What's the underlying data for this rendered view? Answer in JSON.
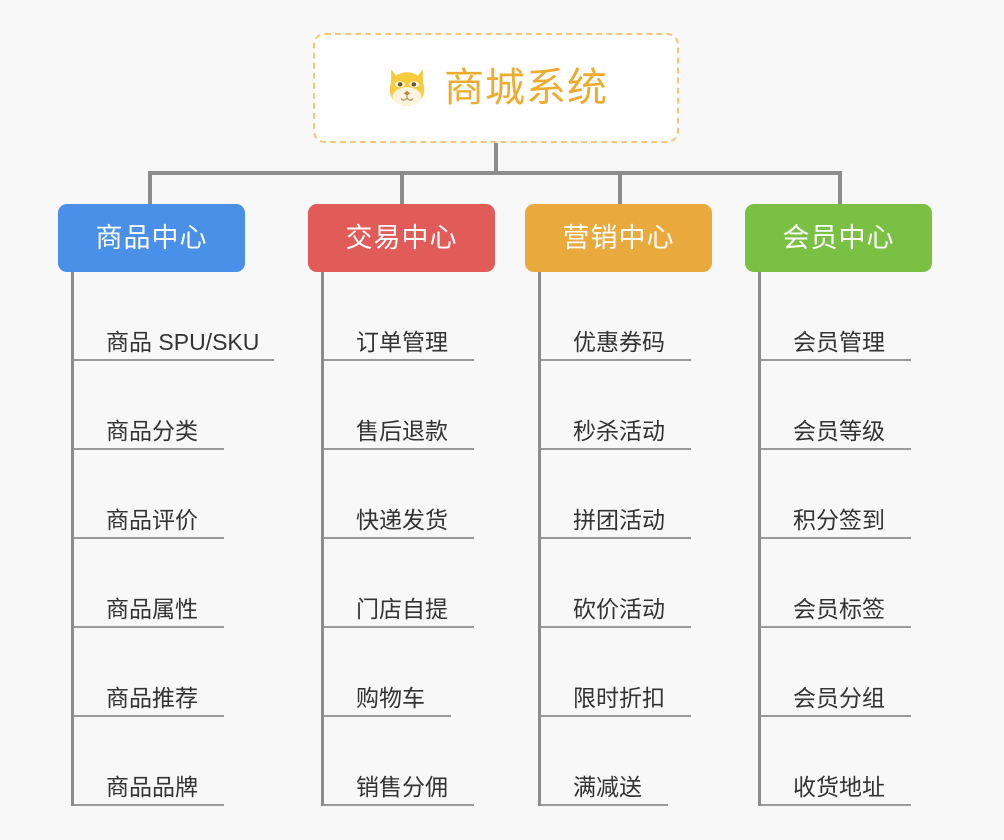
{
  "background_color": "#f8f8f8",
  "root": {
    "title": "商城系统",
    "icon": "shiba-dog-face-icon",
    "text_color": "#eeab2d",
    "border_color": "#f3c776",
    "background_color": "#ffffff"
  },
  "branches": [
    {
      "label": "商品中心",
      "color": "#4a90e8",
      "items": [
        {
          "label": "商品 SPU/SKU",
          "underline_width": 200
        },
        {
          "label": "商品分类",
          "underline_width": 150
        },
        {
          "label": "商品评价",
          "underline_width": 150
        },
        {
          "label": "商品属性",
          "underline_width": 150
        },
        {
          "label": "商品推荐",
          "underline_width": 150
        },
        {
          "label": "商品品牌",
          "underline_width": 150
        }
      ]
    },
    {
      "label": "交易中心",
      "color": "#e15b58",
      "items": [
        {
          "label": "订单管理",
          "underline_width": 150
        },
        {
          "label": "售后退款",
          "underline_width": 150
        },
        {
          "label": "快递发货",
          "underline_width": 150
        },
        {
          "label": "门店自提",
          "underline_width": 150
        },
        {
          "label": "购物车",
          "underline_width": 127
        },
        {
          "label": "销售分佣",
          "underline_width": 150
        }
      ]
    },
    {
      "label": "营销中心",
      "color": "#eaa93c",
      "items": [
        {
          "label": "优惠券码",
          "underline_width": 150
        },
        {
          "label": "秒杀活动",
          "underline_width": 150
        },
        {
          "label": "拼团活动",
          "underline_width": 150
        },
        {
          "label": "砍价活动",
          "underline_width": 150
        },
        {
          "label": "限时折扣",
          "underline_width": 150
        },
        {
          "label": "满减送",
          "underline_width": 127
        }
      ]
    },
    {
      "label": "会员中心",
      "color": "#7ac143",
      "items": [
        {
          "label": "会员管理",
          "underline_width": 150
        },
        {
          "label": "会员等级",
          "underline_width": 150
        },
        {
          "label": "积分签到",
          "underline_width": 150
        },
        {
          "label": "会员标签",
          "underline_width": 150
        },
        {
          "label": "会员分组",
          "underline_width": 150
        },
        {
          "label": "收货地址",
          "underline_width": 150
        }
      ]
    }
  ],
  "layout": {
    "column_left": [
      58,
      308,
      525,
      745
    ],
    "drop_x": [
      148,
      400,
      618,
      838
    ],
    "connector_color": "#8c8c8c"
  }
}
